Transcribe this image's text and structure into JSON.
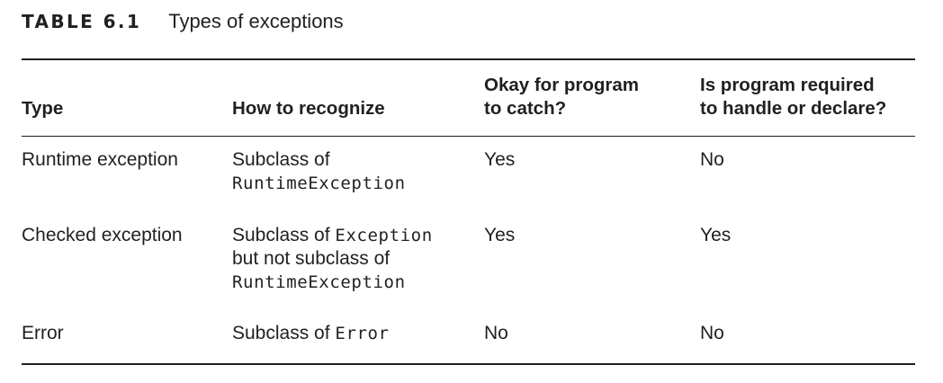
{
  "caption": {
    "label": "TABLE 6.1",
    "title": "Types of exceptions"
  },
  "table": {
    "headers": {
      "type": "Type",
      "recognize": "How to recognize",
      "catch_line1": "Okay for program",
      "catch_line2": "to catch?",
      "required_line1": "Is program required",
      "required_line2": "to handle or declare?"
    },
    "rows": [
      {
        "type": "Runtime exception",
        "recognize_line1": "Subclass of",
        "recognize_line2_code": "RuntimeException",
        "catch": "Yes",
        "required": "No"
      },
      {
        "type": "Checked exception",
        "recognize_line1_text": "Subclass of ",
        "recognize_line1_code": "Exception",
        "recognize_line2": "but not subclass of",
        "recognize_line3_code": "RuntimeException",
        "catch": "Yes",
        "required": "Yes"
      },
      {
        "type": "Error",
        "recognize_text": "Subclass of ",
        "recognize_code": "Error",
        "catch": "No",
        "required": "No"
      }
    ]
  }
}
